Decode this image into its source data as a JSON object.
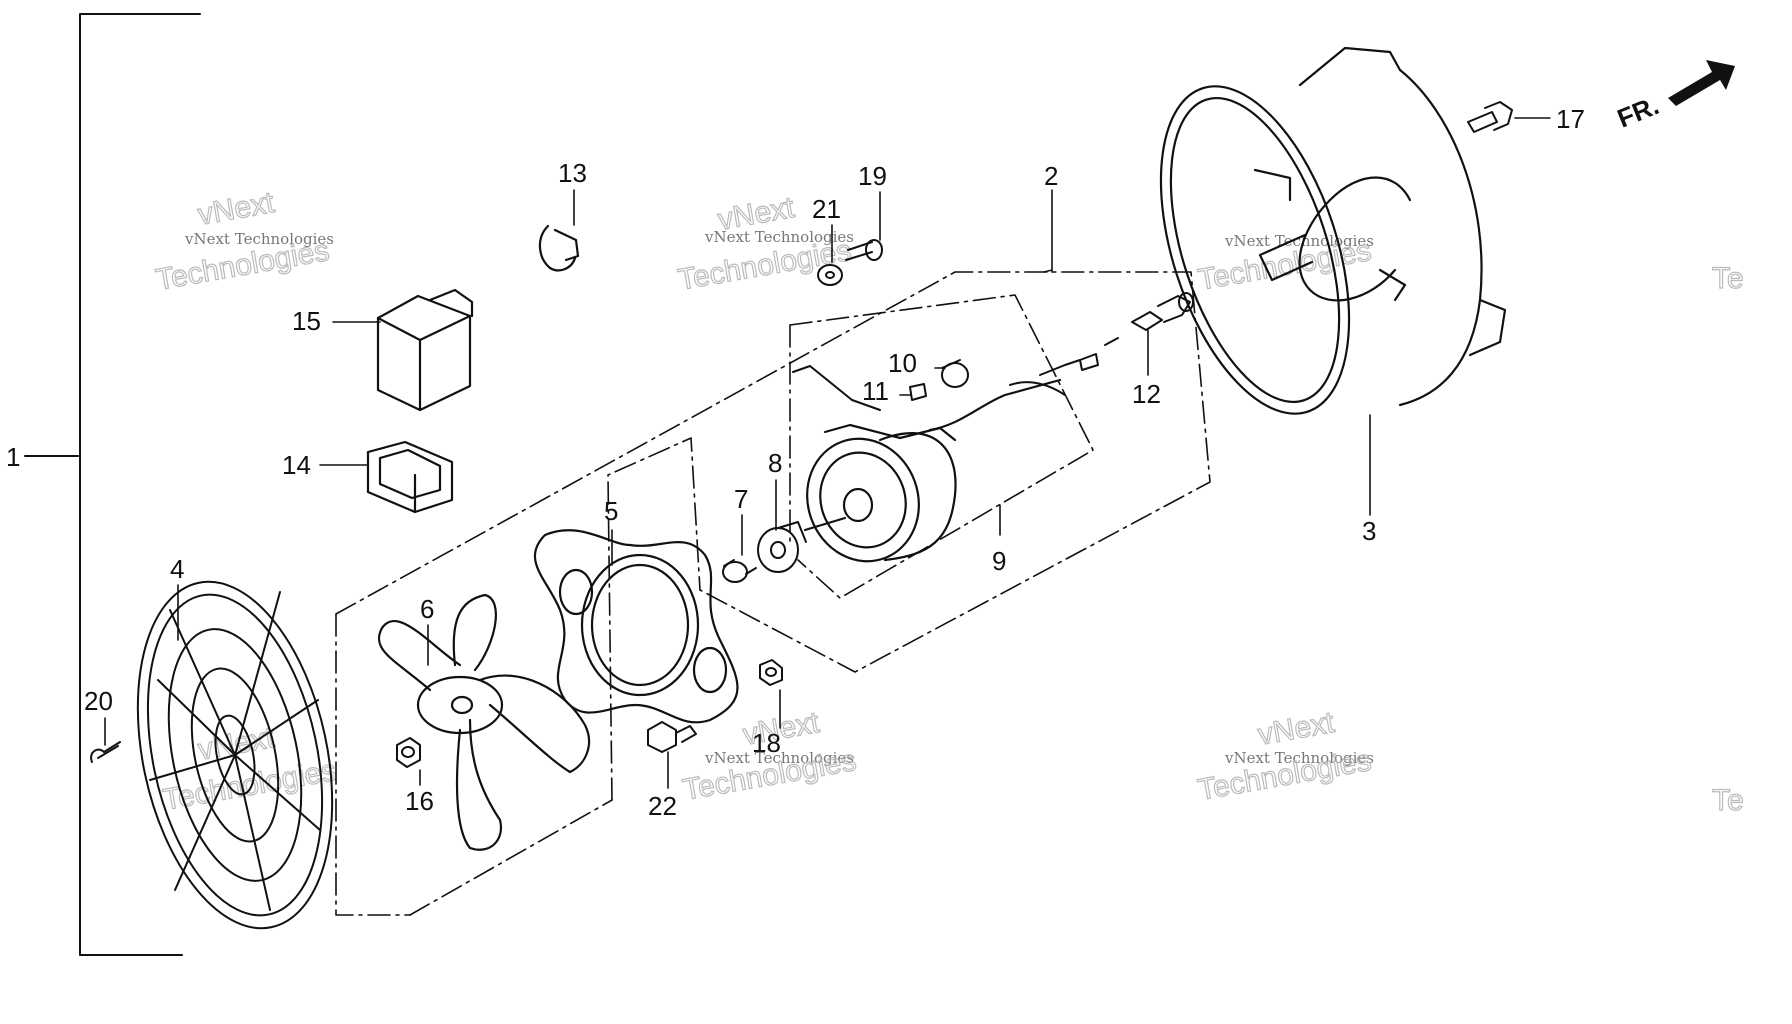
{
  "callouts": [
    {
      "id": "c1",
      "text": "1"
    },
    {
      "id": "c2",
      "text": "2"
    },
    {
      "id": "c3",
      "text": "3"
    },
    {
      "id": "c4",
      "text": "4"
    },
    {
      "id": "c5",
      "text": "5"
    },
    {
      "id": "c6",
      "text": "6"
    },
    {
      "id": "c7",
      "text": "7"
    },
    {
      "id": "c8",
      "text": "8"
    },
    {
      "id": "c9",
      "text": "9"
    },
    {
      "id": "c10",
      "text": "10"
    },
    {
      "id": "c11",
      "text": "11"
    },
    {
      "id": "c12",
      "text": "12"
    },
    {
      "id": "c13",
      "text": "13"
    },
    {
      "id": "c14",
      "text": "14"
    },
    {
      "id": "c15",
      "text": "15"
    },
    {
      "id": "c16",
      "text": "16"
    },
    {
      "id": "c17",
      "text": "17"
    },
    {
      "id": "c18",
      "text": "18"
    },
    {
      "id": "c19",
      "text": "19"
    },
    {
      "id": "c20",
      "text": "20"
    },
    {
      "id": "c21",
      "text": "21"
    },
    {
      "id": "c22",
      "text": "22"
    }
  ],
  "front_marker": {
    "text": "FR."
  },
  "watermark": {
    "line1": "vNext Technologies",
    "line2": "vNext",
    "line3": "Technologies",
    "edge": "Te"
  }
}
